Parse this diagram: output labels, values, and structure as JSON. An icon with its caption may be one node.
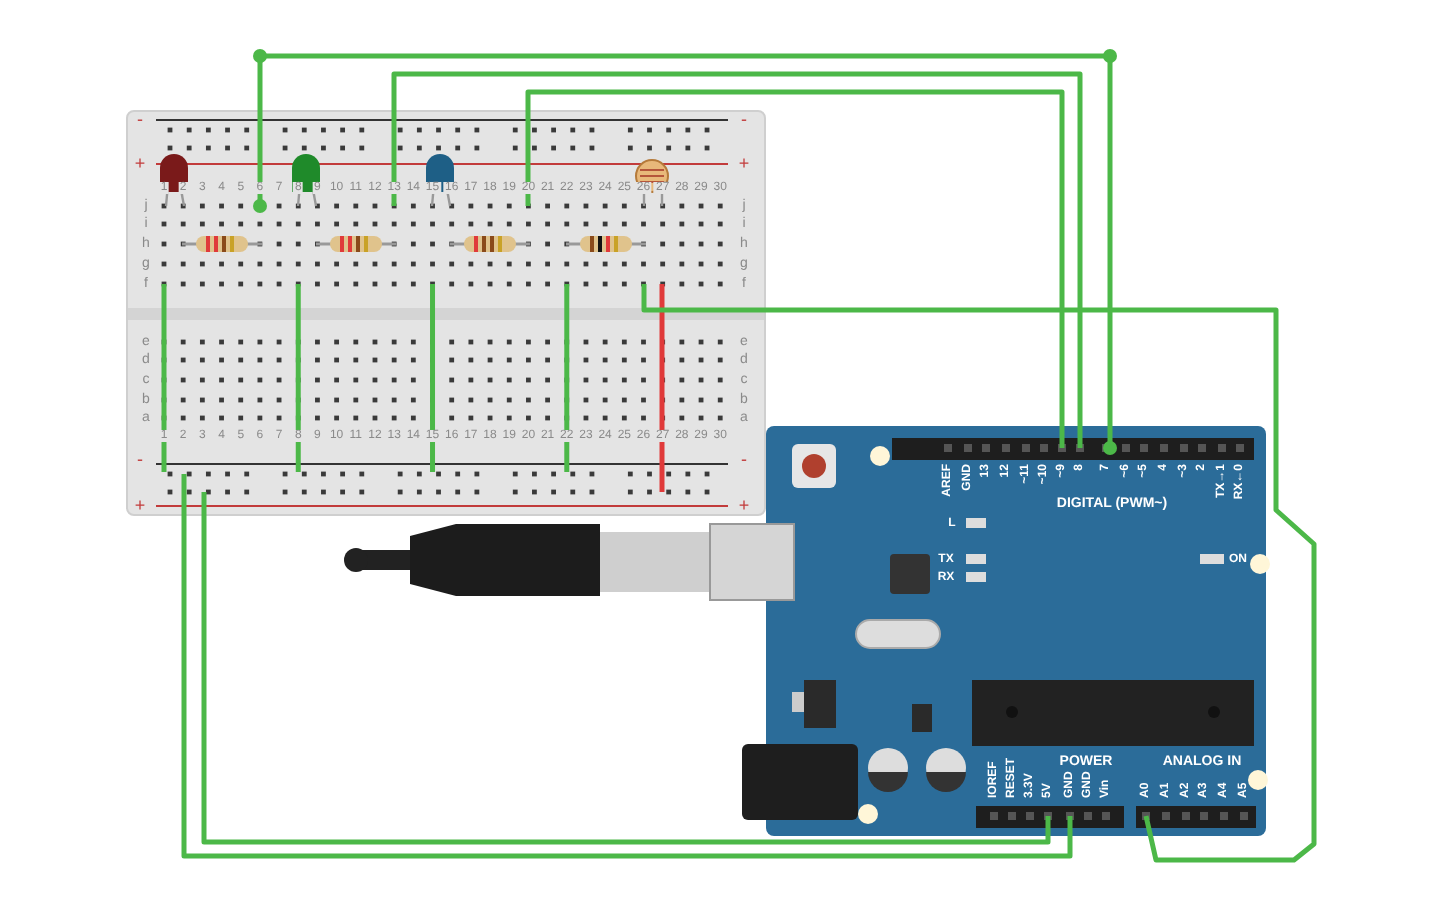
{
  "diagram": {
    "nodes": [
      {
        "text": [],
        "shape": "box"
      },
      {
        "text": [],
        "shape": "box"
      }
    ],
    "edges": [
      {
        "from": 0,
        "to": 1,
        "arrow": "other"
      },
      {
        "from": 0,
        "to": 1,
        "arrow": "none"
      },
      {
        "from": 0,
        "to": 1,
        "arrow": "none"
      },
      {
        "from": 0,
        "to": 1,
        "arrow": "none"
      },
      {
        "from": 0,
        "to": 1,
        "arrow": "none"
      },
      {
        "from": 0,
        "to": 1,
        "arrow": "none"
      }
    ],
    "labels": [
      "-",
      "-",
      "+",
      "+",
      "1",
      "2",
      "3",
      "4",
      "5",
      "6",
      "7",
      "8",
      "9",
      "10",
      "11",
      "12",
      "13",
      "14",
      "15",
      "16",
      "17",
      "18",
      "19",
      "20",
      "21",
      "22",
      "23",
      "24",
      "25",
      "26",
      "27",
      "28",
      "29",
      "30",
      "j",
      "j",
      "i",
      "i",
      "h",
      "h",
      "g",
      "g",
      "f",
      "f",
      "e",
      "e",
      "d",
      "d",
      "c",
      "c",
      "b",
      "b",
      "a",
      "a",
      "1",
      "2",
      "3",
      "4",
      "5",
      "6",
      "7",
      "8",
      "9",
      "10",
      "11",
      "12",
      "13",
      "14",
      "15",
      "16",
      "17",
      "18",
      "19",
      "20",
      "21",
      "22",
      "23",
      "24",
      "25",
      "26",
      "27",
      "28",
      "29",
      "30",
      "-",
      "-",
      "+",
      "+",
      "AREF",
      "GND",
      "13",
      "12",
      "~11",
      "~10",
      "~9",
      "8",
      "7",
      "~6",
      "~5",
      "4",
      "~3",
      "2",
      "TX→1",
      "RX←0",
      "DIGITAL (PWM~)",
      "L",
      "TX",
      "RX",
      "ON",
      "POWER",
      "ANALOG IN",
      "IOREF",
      "RESET",
      "3.3V",
      "5V",
      "GND",
      "GND",
      "Vin",
      "A0",
      "A1",
      "A2",
      "A3",
      "A4",
      "A5"
    ]
  }
}
